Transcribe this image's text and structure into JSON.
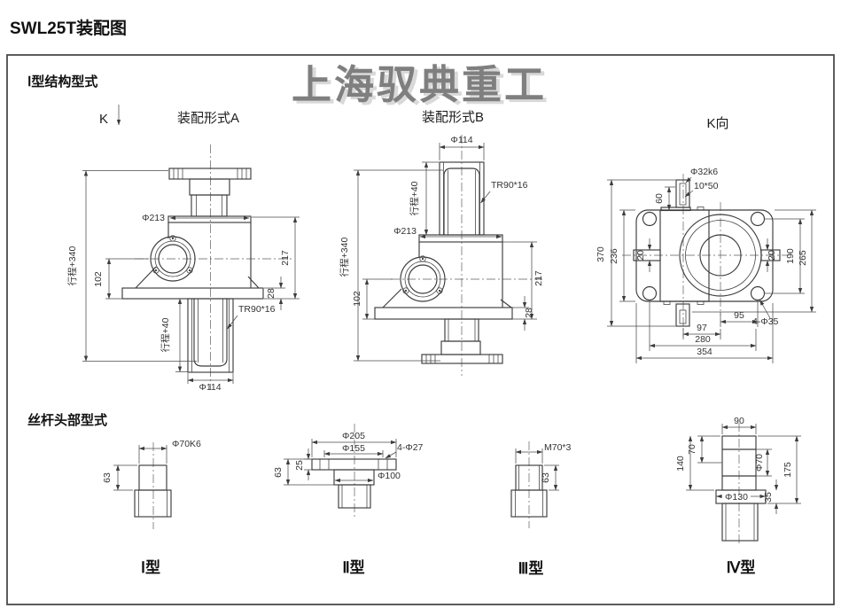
{
  "page": {
    "title": "SWL25T装配图",
    "watermark": "上海驭典重工"
  },
  "colors": {
    "line": "#3c3c3c",
    "watermark": "#7f7f7f"
  },
  "sections": {
    "structure": "Ⅰ型结构型式",
    "screw_head": "丝杆头部型式"
  },
  "views": {
    "k_arrow": "K",
    "form_a": "装配形式A",
    "form_b": "装配形式B",
    "k_view": "K向"
  },
  "dims": {
    "stroke340": "行程+340",
    "stroke40": "行程+40",
    "d213": "Φ213",
    "d114": "Φ114",
    "d102": "102",
    "d217": "217",
    "d28": "28",
    "tr90": "TR90*16",
    "d32k6": "Φ32k6",
    "key1050": "10*50",
    "d60": "60",
    "d370": "370",
    "d236": "236",
    "d20": "20",
    "d190": "190",
    "d265": "265",
    "d95": "95",
    "d97": "97",
    "d280": "280",
    "d354": "354",
    "holes35": "4-Φ35",
    "d70k6": "Φ70K6",
    "d63": "63",
    "d205": "Φ205",
    "d155": "Φ155",
    "holes27": "4-Φ27",
    "d25": "25",
    "d100": "Φ100",
    "m70": "M70*3",
    "d90": "90",
    "d70": "70",
    "d140": "140",
    "dia70": "Φ70",
    "d175": "175",
    "d130": "Φ130",
    "d35": "35"
  },
  "types": {
    "t1": "Ⅰ型",
    "t2": "Ⅱ型",
    "t3": "Ⅲ型",
    "t4": "Ⅳ型"
  }
}
